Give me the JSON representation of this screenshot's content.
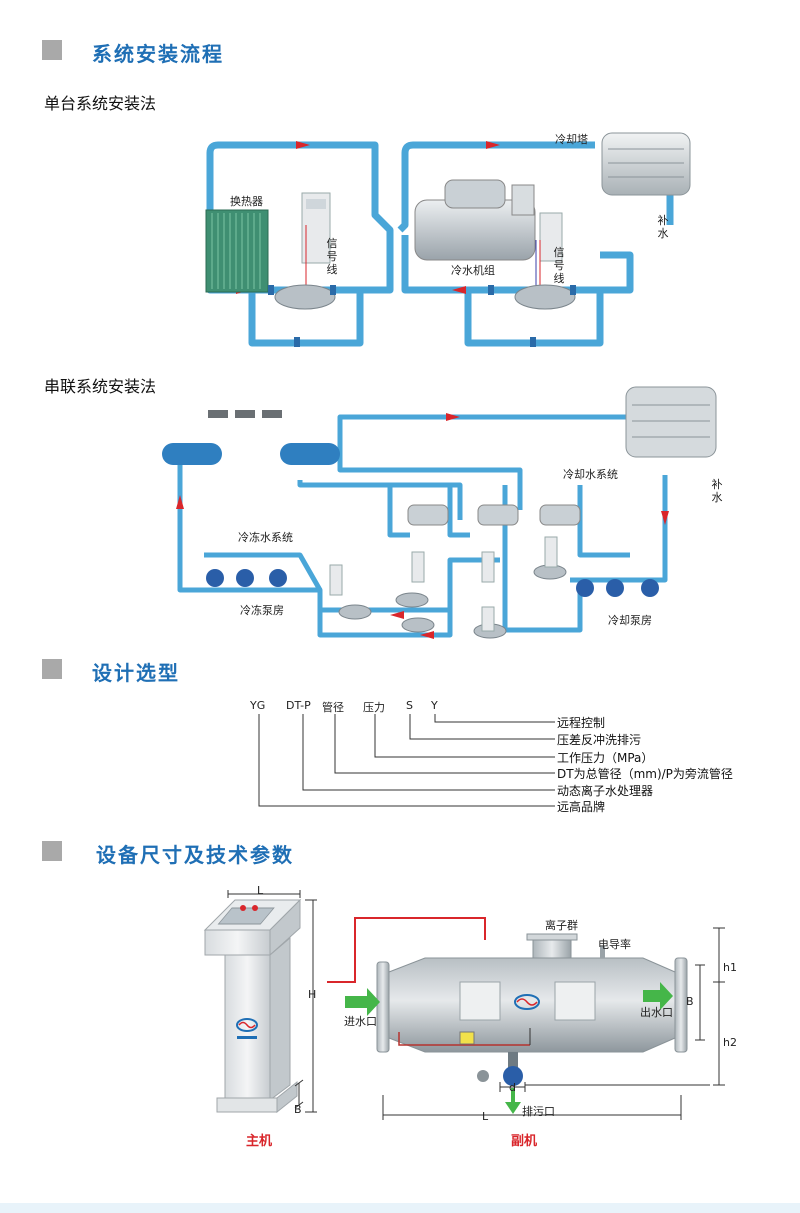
{
  "section1": {
    "title": "系统安装流程",
    "single": {
      "title": "单台系统安装法",
      "cooling_tower": "冷却塔",
      "makeup_water": "补水",
      "heat_exchanger": "换热器",
      "signal_line": "信号线",
      "chiller_unit": "冷水机组"
    },
    "series": {
      "title": "串联系统安装法",
      "cooling_water_system": "冷却水系统",
      "makeup_water": "补水",
      "chilled_water_system": "冷冻水系统",
      "chilled_pump_room": "冷冻泵房",
      "cooling_pump_room": "冷却泵房"
    }
  },
  "section2": {
    "title": "设计选型",
    "codes": [
      "YG",
      "DT-P",
      "管径",
      "压力",
      "S",
      "Y"
    ],
    "descriptions": [
      "远程控制",
      "压差反冲洗排污",
      "工作压力（MPa）",
      "DT为总管径（mm)/P为旁流管径",
      "动态离子水处理器",
      "远高品牌"
    ]
  },
  "section3": {
    "title": "设备尺寸及技术参数",
    "main_unit": {
      "dim_L": "L",
      "dim_H": "H",
      "dim_B": "B",
      "caption": "主机"
    },
    "sub_unit": {
      "ion_group": "离子群",
      "conductivity": "电导率",
      "inlet": "进水口",
      "outlet": "出水口",
      "drain": "排污口",
      "dim_h1": "h1",
      "dim_h2": "h2",
      "dim_B": "B",
      "dim_L": "L",
      "dim_d": "d",
      "caption": "副机"
    }
  },
  "colors": {
    "title_blue": "#1f6fb5",
    "pipe_blue": "#4aa6d8",
    "arrow_red": "#d9262b",
    "arrow_green": "#45b649",
    "square_gray": "#a9a9a9"
  }
}
